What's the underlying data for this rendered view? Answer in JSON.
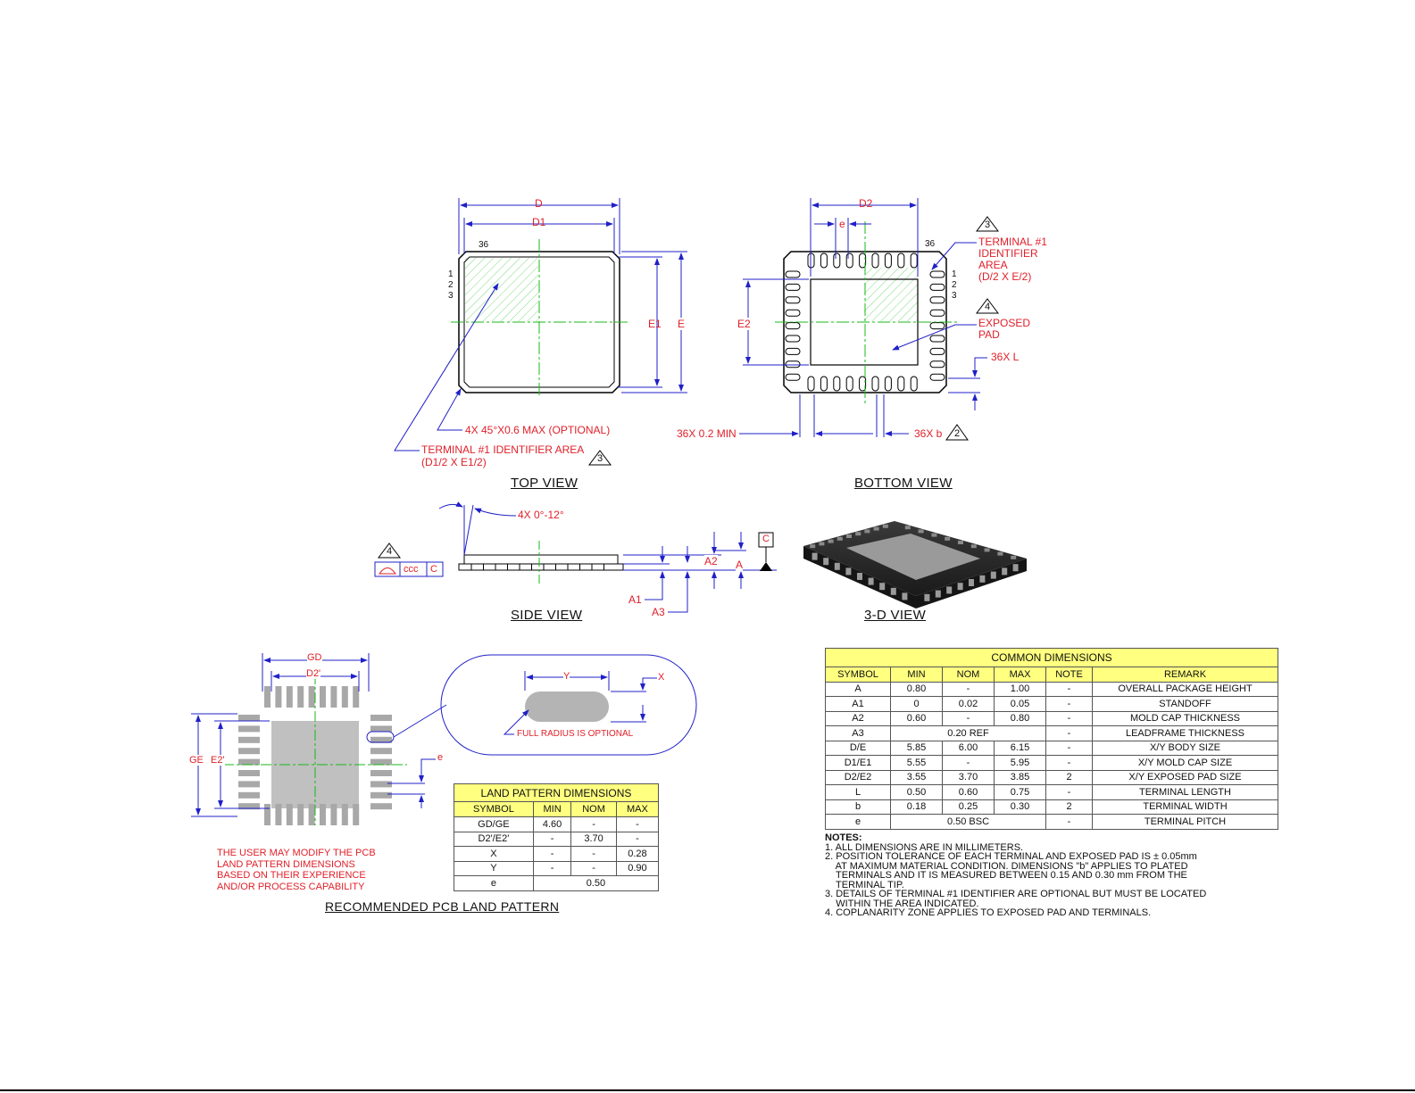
{
  "top_view": {
    "caption": "TOP VIEW",
    "dim_D": "D",
    "dim_D1": "D1",
    "dim_E1": "E1",
    "dim_E": "E",
    "pin_36": "36",
    "pin_labels": [
      "1",
      "2",
      "3"
    ],
    "chamfer_note": "4X 45°X0.6 MAX (OPTIONAL)",
    "identifier_note_line1": "TERMINAL #1 IDENTIFIER AREA",
    "identifier_note_line2": "(D1/2 X E1/2)",
    "identifier_flag": "3"
  },
  "bottom_view": {
    "caption": "BOTTOM VIEW",
    "dim_D2": "D2",
    "dim_e": "e",
    "dim_E2": "E2",
    "pin_36": "36",
    "pin_labels": [
      "1",
      "2",
      "3"
    ],
    "terminal_flag": "3",
    "terminal_note": [
      "TERMINAL #1",
      "IDENTIFIER",
      "AREA",
      "(D/2 X E/2)"
    ],
    "exposed_flag": "4",
    "exposed_note": [
      "EXPOSED",
      "PAD"
    ],
    "dim_36xL": "36X L",
    "dim_min": "36X 0.2 MIN",
    "dim_b": "36X b",
    "b_flag": "2"
  },
  "side_view": {
    "caption": "SIDE VIEW",
    "angle_note": "4X 0°-12°",
    "flag": "4",
    "ccc": "ccc",
    "datum": "C",
    "datum_box": "C",
    "dim_A2": "A2",
    "dim_A": "A",
    "dim_A1": "A1",
    "dim_A3": "A3"
  },
  "view_3d": {
    "caption": "3-D VIEW"
  },
  "land_pattern": {
    "caption": "RECOMMENDED PCB LAND PATTERN",
    "dim_GD": "GD",
    "dim_D2p": "D2'",
    "dim_GE": "GE",
    "dim_E2p": "E2'",
    "dim_e": "e",
    "dim_Y": "Y",
    "dim_X": "X",
    "radius_note": "FULL RADIUS IS OPTIONAL",
    "user_note": [
      "THE USER MAY MODIFY THE PCB",
      "LAND PATTERN DIMENSIONS",
      "BASED ON THEIR EXPERIENCE",
      "AND/OR PROCESS CAPABILITY"
    ]
  },
  "land_table": {
    "title": "LAND PATTERN DIMENSIONS",
    "headers": [
      "SYMBOL",
      "MIN",
      "NOM",
      "MAX"
    ],
    "rows": [
      [
        "GD/GE",
        "4.60",
        "-",
        "-"
      ],
      [
        "D2'/E2'",
        "-",
        "3.70",
        "-"
      ],
      [
        "X",
        "-",
        "-",
        "0.28"
      ],
      [
        "Y",
        "-",
        "-",
        "0.90"
      ]
    ],
    "row_e_symbol": "e",
    "row_e_value": "0.50"
  },
  "common_table": {
    "title": "COMMON DIMENSIONS",
    "headers": [
      "SYMBOL",
      "MIN",
      "NOM",
      "MAX",
      "NOTE",
      "REMARK"
    ],
    "row_A": [
      "A",
      "0.80",
      "-",
      "1.00",
      "-",
      "OVERALL PACKAGE HEIGHT"
    ],
    "row_A1": [
      "A1",
      "0",
      "0.02",
      "0.05",
      "-",
      "STANDOFF"
    ],
    "row_A2": [
      "A2",
      "0.60",
      "-",
      "0.80",
      "-",
      "MOLD CAP THICKNESS"
    ],
    "row_A3": [
      "A3",
      "0.20 REF",
      "-",
      "LEADFRAME THICKNESS"
    ],
    "row_DE": [
      "D/E",
      "5.85",
      "6.00",
      "6.15",
      "-",
      "X/Y BODY SIZE"
    ],
    "row_D1E1": [
      "D1/E1",
      "5.55",
      "-",
      "5.95",
      "-",
      "X/Y MOLD CAP SIZE"
    ],
    "row_D2E2": [
      "D2/E2",
      "3.55",
      "3.70",
      "3.85",
      "2",
      "X/Y EXPOSED PAD SIZE"
    ],
    "row_L": [
      "L",
      "0.50",
      "0.60",
      "0.75",
      "-",
      "TERMINAL LENGTH"
    ],
    "row_b": [
      "b",
      "0.18",
      "0.25",
      "0.30",
      "2",
      "TERMINAL WIDTH"
    ],
    "row_e": [
      "e",
      "0.50 BSC",
      "-",
      "TERMINAL PITCH"
    ]
  },
  "notes": {
    "heading": "NOTES:",
    "lines": [
      "1. ALL DIMENSIONS ARE IN MILLIMETERS.",
      "2. POSITION TOLERANCE OF EACH TERMINAL AND EXPOSED PAD IS ± 0.05mm",
      "    AT MAXIMUM MATERIAL CONDITION. DIMENSIONS \"b\" APPLIES TO PLATED",
      "    TERMINALS AND IT IS MEASURED BETWEEN 0.15 AND 0.30 mm FROM THE",
      "    TERMINAL TIP.",
      "3. DETAILS OF TERMINAL #1 IDENTIFIER ARE OPTIONAL BUT MUST BE LOCATED",
      "    WITHIN THE AREA INDICATED.",
      "4. COPLANARITY ZONE APPLIES TO EXPOSED PAD AND TERMINALS."
    ]
  },
  "colors": {
    "dimension_blue": "#2020c8",
    "note_red": "#e0202a",
    "center_green": "#18b818",
    "table_yellow": "#ffff80"
  }
}
